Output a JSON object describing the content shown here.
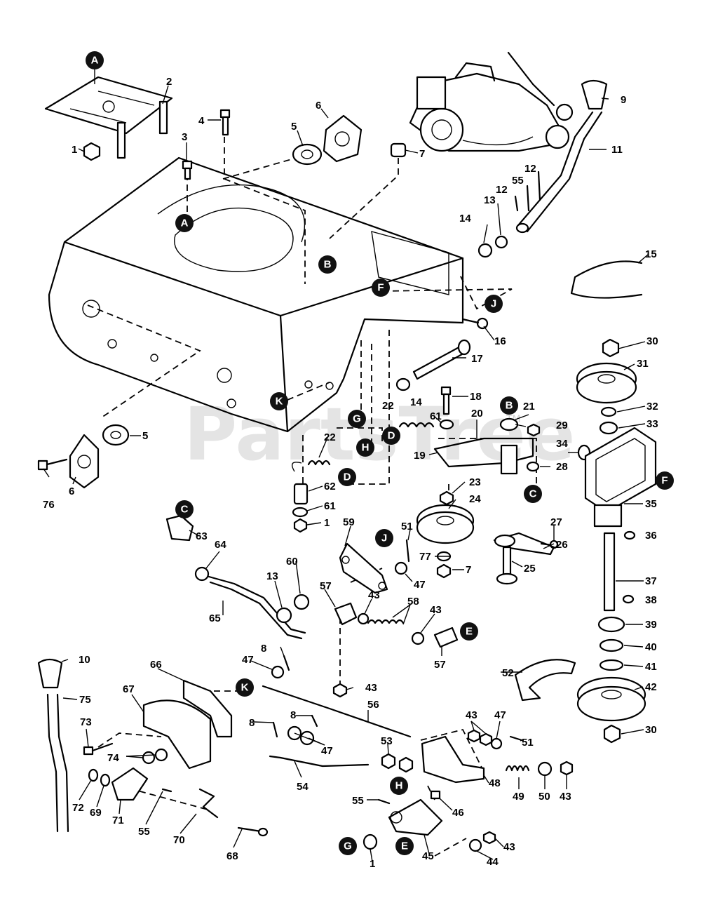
{
  "watermark": {
    "text": "PartsTree",
    "trademark": "TM"
  },
  "reference_letters": [
    "A",
    "A",
    "B",
    "B",
    "C",
    "C",
    "D",
    "D",
    "E",
    "E",
    "F",
    "F",
    "G",
    "G",
    "H",
    "H",
    "J",
    "J",
    "K",
    "K"
  ],
  "part_numbers": [
    "1",
    "2",
    "3",
    "4",
    "5",
    "6",
    "7",
    "9",
    "11",
    "12",
    "12",
    "55",
    "13",
    "14",
    "15",
    "16",
    "17",
    "30",
    "31",
    "32",
    "33",
    "34",
    "35",
    "36",
    "37",
    "38",
    "39",
    "40",
    "41",
    "42",
    "30",
    "14",
    "18",
    "20",
    "21",
    "29",
    "61",
    "22",
    "19",
    "28",
    "23",
    "24",
    "22",
    "62",
    "61",
    "1",
    "76",
    "6",
    "5",
    "63",
    "64",
    "59",
    "51",
    "77",
    "7",
    "47",
    "27",
    "26",
    "25",
    "60",
    "13",
    "65",
    "57",
    "43",
    "58",
    "43",
    "57",
    "8",
    "47",
    "43",
    "56",
    "10",
    "75",
    "66",
    "67",
    "52",
    "73",
    "74",
    "72",
    "69",
    "71",
    "55",
    "70",
    "68",
    "8",
    "8",
    "47",
    "53",
    "54",
    "43",
    "47",
    "51",
    "48",
    "49",
    "50",
    "43",
    "55",
    "46",
    "45",
    "1",
    "44",
    "43"
  ]
}
